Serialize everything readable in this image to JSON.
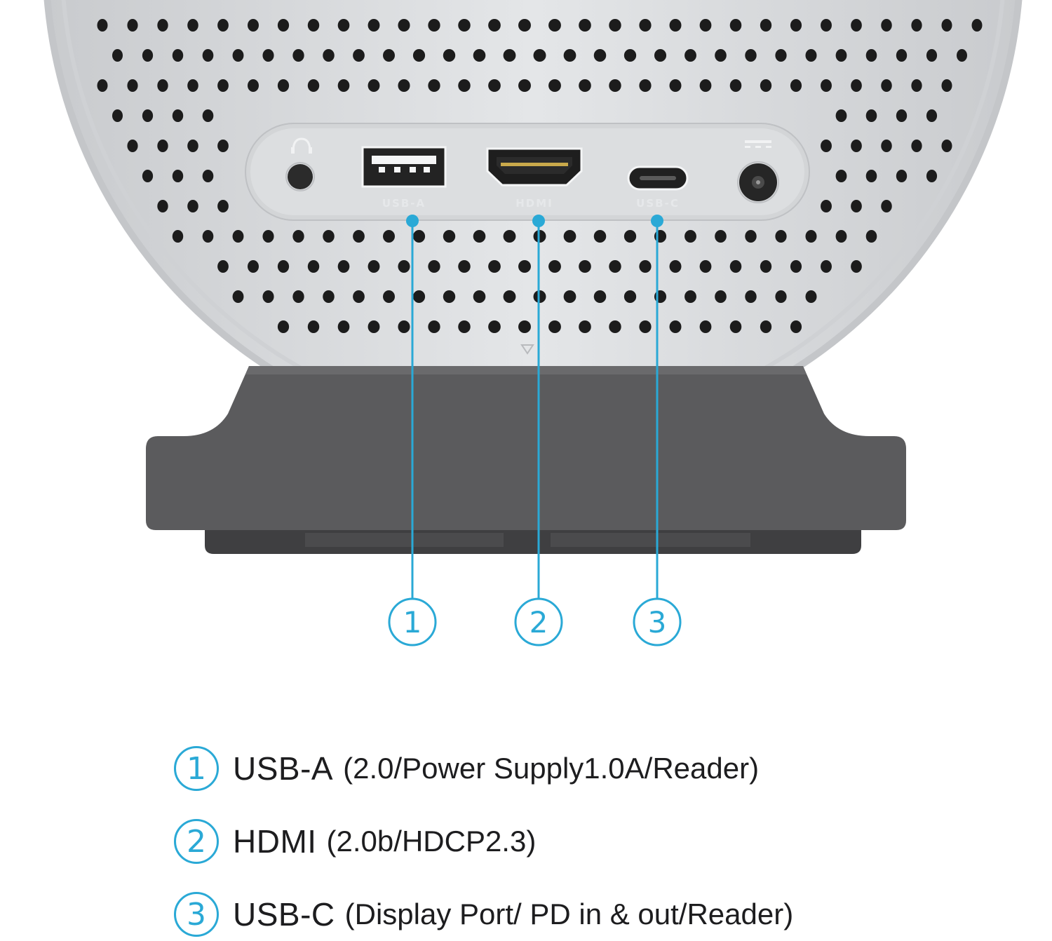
{
  "colors": {
    "accent": "#2aa9d6",
    "panel": "#d7d9db",
    "body_silver": "#dcdee0",
    "stand": "#5b5b5d",
    "text": "#1d1d1f"
  },
  "ports": [
    {
      "icon": "headphone-icon",
      "label": ""
    },
    {
      "icon": "usb-a-port-icon",
      "label": "USB-A"
    },
    {
      "icon": "hdmi-port-icon",
      "label": "HDMI"
    },
    {
      "icon": "usb-c-port-icon",
      "label": "USB-C"
    },
    {
      "icon": "dc-power-icon",
      "label": ""
    }
  ],
  "callouts": [
    {
      "number": "1"
    },
    {
      "number": "2"
    },
    {
      "number": "3"
    }
  ],
  "legend": [
    {
      "number": "1",
      "name": "USB-A",
      "detail": "(2.0/Power Supply1.0A/Reader)"
    },
    {
      "number": "2",
      "name": "HDMI",
      "detail": "(2.0b/HDCP2.3)"
    },
    {
      "number": "3",
      "name": "USB-C",
      "detail": "(Display Port/ PD in & out/Reader)"
    }
  ]
}
